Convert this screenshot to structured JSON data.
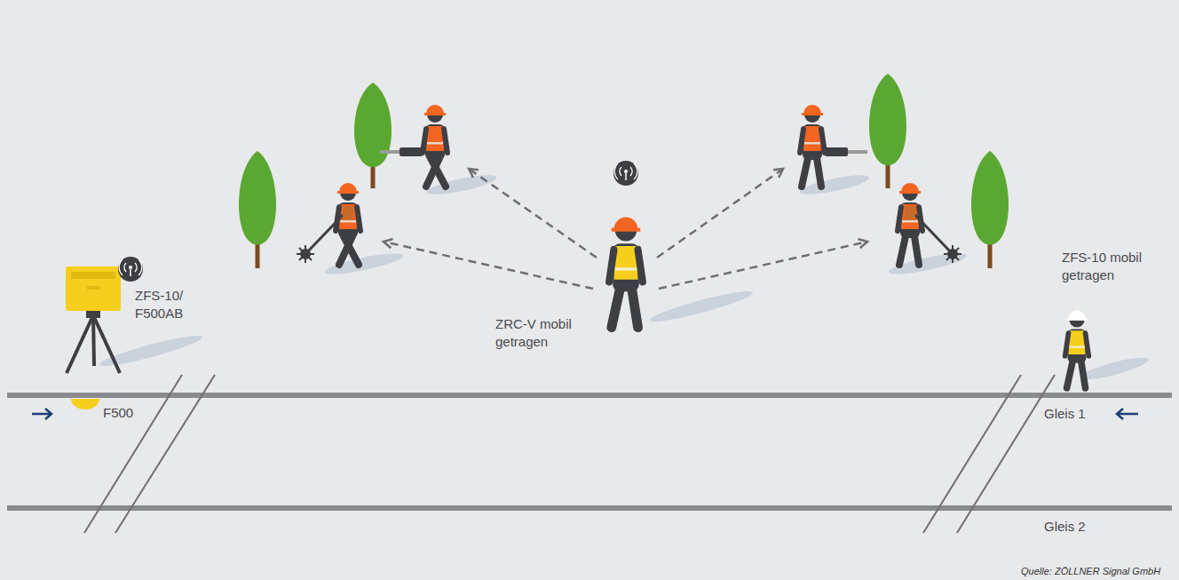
{
  "diagram": {
    "labels": [
      "ZFS-10/ F500AB",
      "F500",
      "ZRC-V mobil getragen",
      "ZFS-10 mobil getragen",
      "Gleis 1",
      "Gleis 2",
      "Quelle: ZÖLLNER Signal GmbH"
    ]
  }
}
